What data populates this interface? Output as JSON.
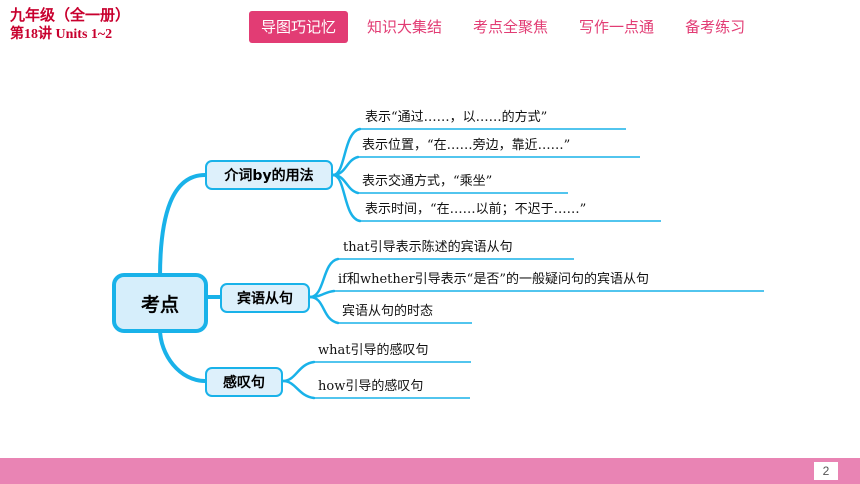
{
  "header": {
    "title_line1": "九年级（全一册）",
    "title_line2": "第18讲  Units 1~2"
  },
  "nav": {
    "tabs": [
      {
        "label": "导图巧记忆",
        "active": true
      },
      {
        "label": "知识大集结",
        "active": false
      },
      {
        "label": "考点全聚焦",
        "active": false
      },
      {
        "label": "写作一点通",
        "active": false
      },
      {
        "label": "备考练习",
        "active": false
      }
    ]
  },
  "mindmap": {
    "root": "考点",
    "branches": [
      {
        "label": "介词by的用法",
        "items": [
          "表示“通过……，以……的方式”",
          "表示位置，“在……旁边，靠近……”",
          "表示交通方式，“乘坐”",
          "表示时间，“在……以前；不迟于……”"
        ]
      },
      {
        "label": "宾语从句",
        "items": [
          "that引导表示陈述的宾语从句",
          "if和whether引导表示“是否”的一般疑问句的宾语从句",
          "宾语从句的时态"
        ]
      },
      {
        "label": "感叹句",
        "items": [
          "what引导的感叹句",
          "how引导的感叹句"
        ]
      }
    ]
  },
  "colors": {
    "accent": "#e23c74",
    "title_red": "#c8002e",
    "node_border": "#19b2e9",
    "node_fill": "#ddf0fb",
    "footer": "#e984b4"
  },
  "footer": {
    "page_number": "2"
  }
}
